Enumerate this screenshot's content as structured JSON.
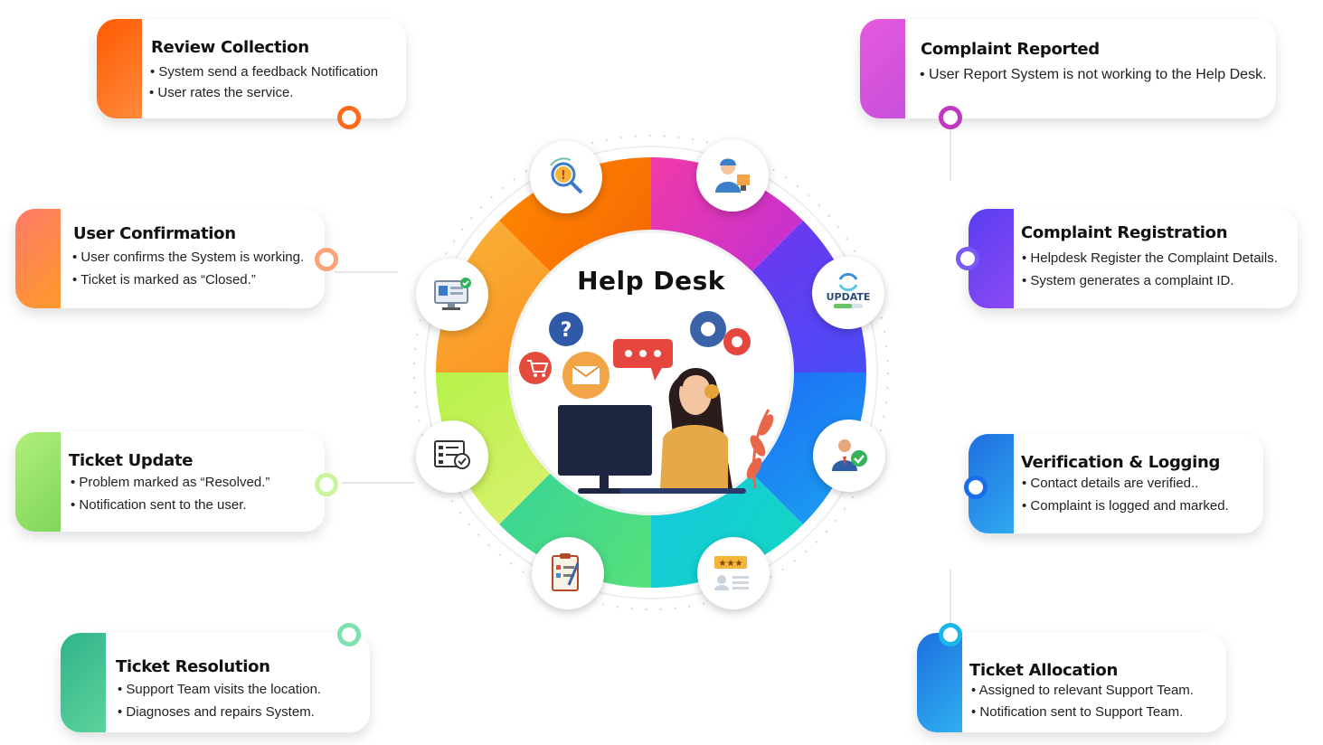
{
  "center": {
    "title": "Help Desk"
  },
  "cards": {
    "review_collection": {
      "title": "Review Collection",
      "lines": [
        "• System send a feedback Notification",
        "• User rates the service."
      ],
      "color": "#ff6a1a"
    },
    "user_confirmation": {
      "title": "User Confirmation",
      "lines": [
        "• User confirms the System is working.",
        "• Ticket is marked as “Closed.”"
      ],
      "color": "#ff8a3d"
    },
    "ticket_update": {
      "title": "Ticket Update",
      "lines": [
        "• Problem marked as “Resolved.”",
        "• Notification sent to the user."
      ],
      "color": "#9be36a"
    },
    "ticket_resolution": {
      "title": "Ticket Resolution",
      "lines": [
        "• Support Team visits the location.",
        "• Diagnoses and repairs System."
      ],
      "color": "#3fc48e"
    },
    "complaint_reported": {
      "title": "Complaint Reported",
      "lines": [
        "• User Report System is not working to the Help Desk."
      ],
      "color": "#d653d8"
    },
    "complaint_registration": {
      "title": "Complaint Registration",
      "lines": [
        "• Helpdesk Register the Complaint Details.",
        "• System generates a complaint ID."
      ],
      "color": "#6a3df0"
    },
    "verification_logging": {
      "title": "Verification & Logging",
      "lines": [
        "• Contact details are verified..",
        "• Complaint is logged and marked."
      ],
      "color": "#1f78e0"
    },
    "ticket_allocation": {
      "title": "Ticket Allocation",
      "lines": [
        "• Assigned to relevant Support Team.",
        "• Notification sent to Support Team."
      ],
      "color": "#1e8ae6"
    }
  },
  "icons": {
    "top_left": "magnifier-alert-icon",
    "top_right": "support-agent-icon",
    "right_upper": "update-icon",
    "right_lower": "verified-user-icon",
    "bottom_right": "rating-review-icon",
    "bottom_left": "clipboard-checklist-icon",
    "left_lower": "ticket-form-icon",
    "left_upper": "monitor-profile-icon",
    "update_label": "UPDATE"
  }
}
